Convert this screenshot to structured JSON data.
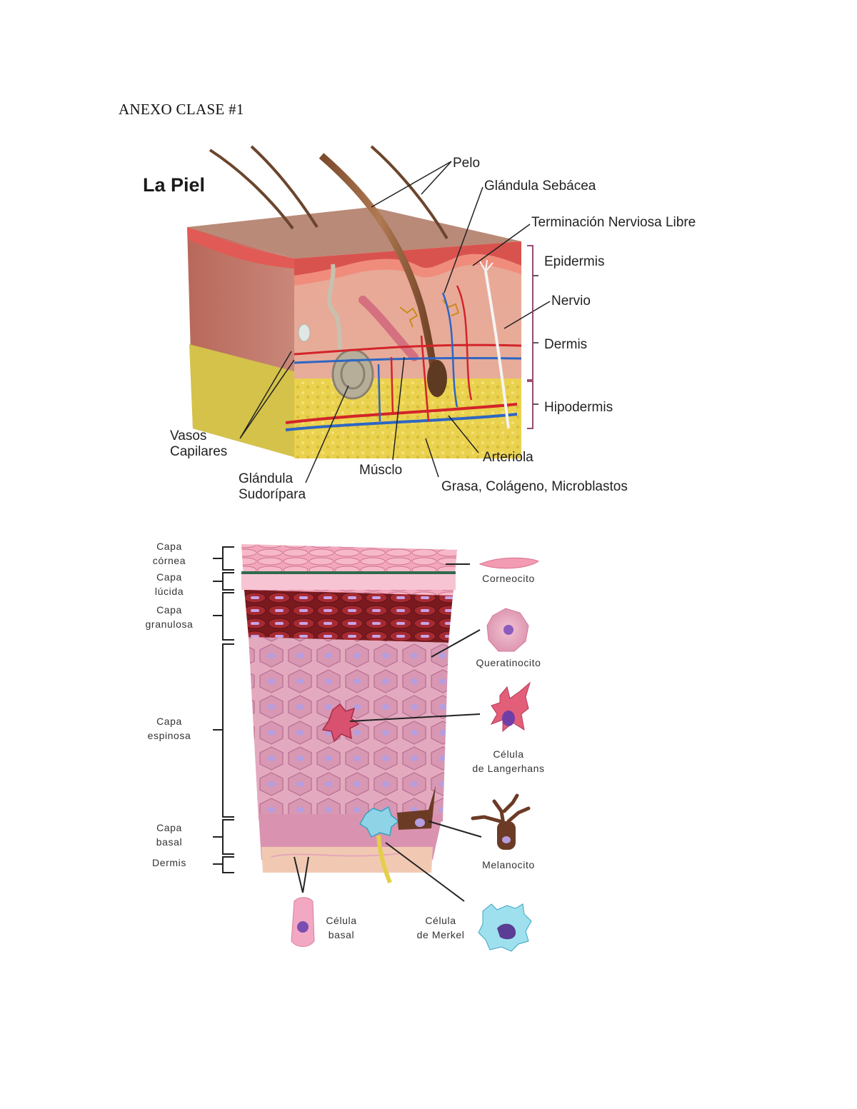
{
  "document": {
    "title": "ANEXO CLASE #1"
  },
  "skin_diagram": {
    "title": "La Piel",
    "labels": {
      "pelo": "Pelo",
      "glandula_sebacea": "Glándula Sebácea",
      "terminacion": "Terminación Nerviosa Libre",
      "epidermis": "Epidermis",
      "nervio": "Nervio",
      "dermis": "Dermis",
      "hipodermis": "Hipodermis",
      "vasos_1": "Vasos",
      "vasos_2": "Capilares",
      "sudoripara_1": "Glándula",
      "sudoripara_2": "Sudorípara",
      "musculo": "Músclo",
      "arteriola": "Arteriola",
      "grasa": "Grasa, Colágeno, Microblastos"
    }
  },
  "epidermis_diagram": {
    "layers": {
      "cornea_1": "Capa",
      "cornea_2": "córnea",
      "lucida_1": "Capa",
      "lucida_2": "lúcida",
      "granulosa_1": "Capa",
      "granulosa_2": "granulosa",
      "espinosa_1": "Capa",
      "espinosa_2": "espinosa",
      "basal_1": "Capa",
      "basal_2": "basal",
      "dermis": "Dermis"
    },
    "cells": {
      "corneocito": "Corneocito",
      "queratinocito": "Queratinocito",
      "langerhans_1": "Célula",
      "langerhans_2": "de Langerhans",
      "melanocito": "Melanocito",
      "basal_1": "Célula",
      "basal_2": "basal",
      "merkel_1": "Célula",
      "merkel_2": "de Merkel"
    }
  }
}
